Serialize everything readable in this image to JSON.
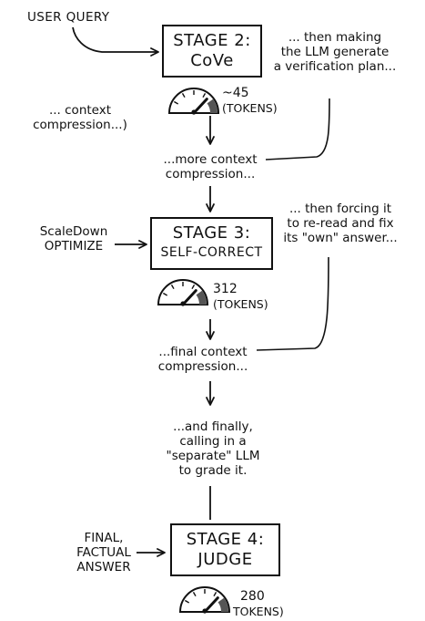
{
  "inputs": {
    "user_query": "USER QUERY",
    "scaledown_line1": "ScaleDown",
    "scaledown_line2": "OPTIMIZE"
  },
  "notes": {
    "context_compression_1": "... context",
    "context_compression_2": "compression...)",
    "verification_1": "... then making",
    "verification_2": "the LLM generate",
    "verification_3": "a verification plan...",
    "more_compression_1": "...more context",
    "more_compression_2": "compression...",
    "reread_1": "... then forcing it",
    "reread_2": "to re-read and fix",
    "reread_3": "its \"own\" answer...",
    "final_compression_1": "...final context",
    "final_compression_2": "compression...",
    "separate_1": "...and finally,",
    "separate_2": "calling in a",
    "separate_3": "\"separate\" LLM",
    "separate_4": "to grade it."
  },
  "stages": [
    {
      "title": "STAGE 2:",
      "name": "CoVe",
      "tokens_value": "~45",
      "tokens_unit": "(TOKENS)",
      "gauge_level": 0.9
    },
    {
      "title": "STAGE 3:",
      "name": "SELF-CORRECT",
      "tokens_value": "312",
      "tokens_unit": "(TOKENS)",
      "gauge_level": 0.9
    },
    {
      "title": "STAGE 4:",
      "name": "JUDGE",
      "tokens_value": "280",
      "tokens_unit": "TOKENS)",
      "gauge_level": 0.9
    }
  ],
  "output": {
    "line1": "FINAL,",
    "line2": "FACTUAL",
    "line3": "ANSWER"
  }
}
